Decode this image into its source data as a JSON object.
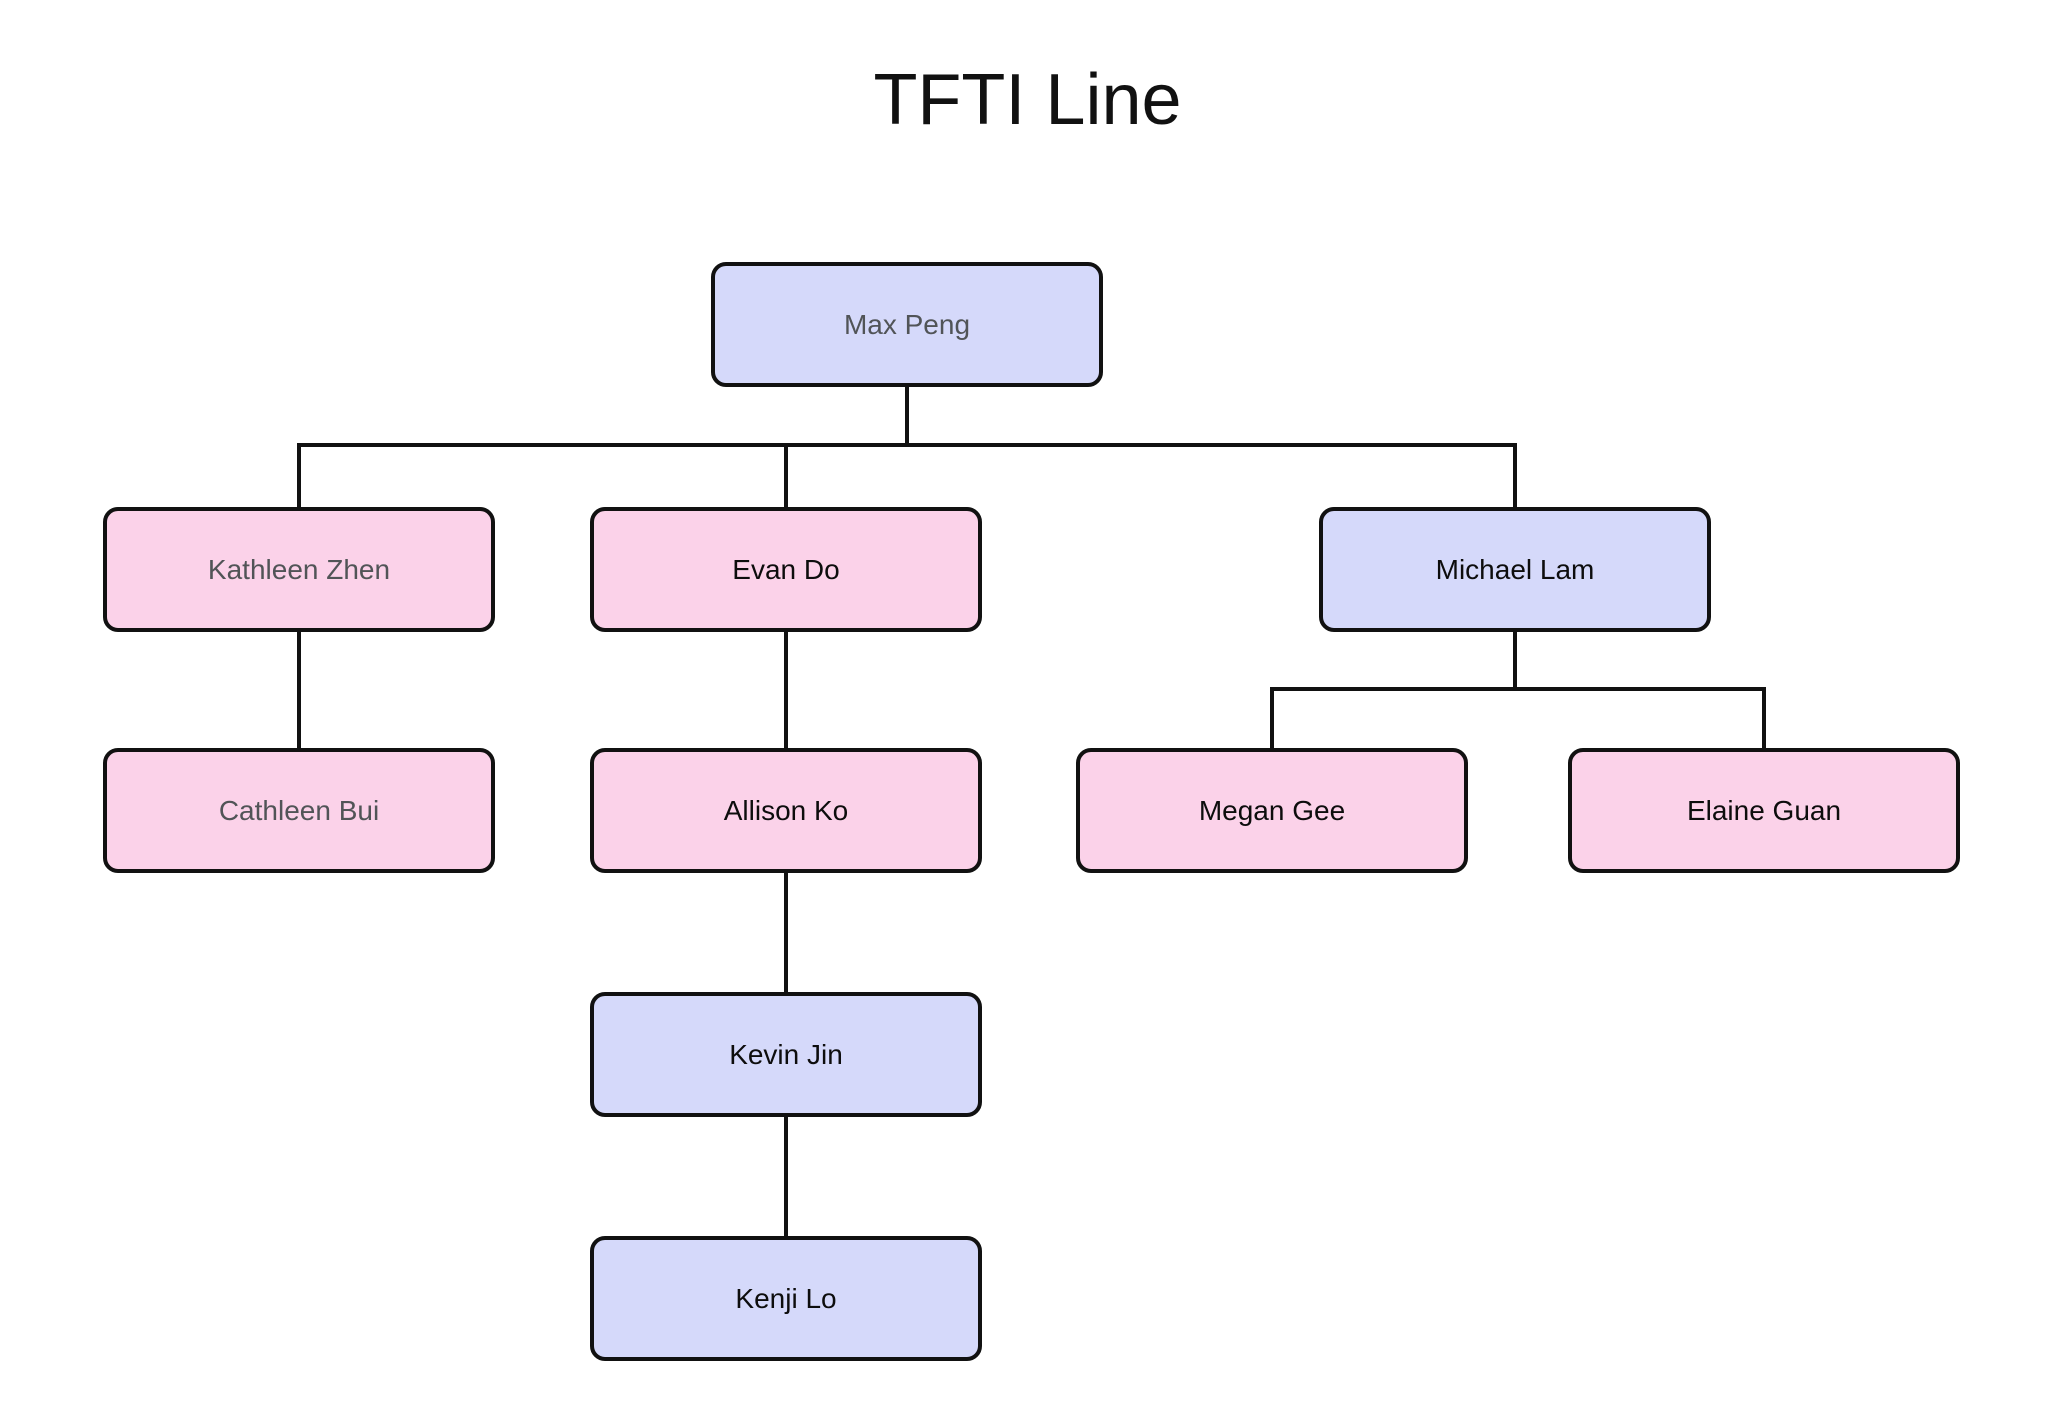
{
  "title": "TFTI Line",
  "colors": {
    "background": "#ffffff",
    "node_border": "#111111",
    "connector": "#111111",
    "blue_fill": "#d5d9fa",
    "pink_fill": "#fbd2e9",
    "gray_text": "#515457",
    "black_text": "#0d0d0d"
  },
  "nodes": [
    {
      "id": "max-peng",
      "name": "Max Peng",
      "fill": "#d5d9fa",
      "text_color": "#515457",
      "level": 1
    },
    {
      "id": "kathleen-zhen",
      "name": "Kathleen Zhen",
      "fill": "#fbd2e9",
      "text_color": "#515457",
      "level": 2
    },
    {
      "id": "evan-do",
      "name": "Evan Do",
      "fill": "#fbd2e9",
      "text_color": "#0d0d0d",
      "level": 2
    },
    {
      "id": "michael-lam",
      "name": "Michael Lam",
      "fill": "#d5d9fa",
      "text_color": "#0d0d0d",
      "level": 2
    },
    {
      "id": "cathleen-bui",
      "name": "Cathleen Bui",
      "fill": "#fbd2e9",
      "text_color": "#515457",
      "level": 3
    },
    {
      "id": "allison-ko",
      "name": "Allison Ko",
      "fill": "#fbd2e9",
      "text_color": "#0d0d0d",
      "level": 3
    },
    {
      "id": "megan-gee",
      "name": "Megan Gee",
      "fill": "#fbd2e9",
      "text_color": "#0d0d0d",
      "level": 3
    },
    {
      "id": "elaine-guan",
      "name": "Elaine Guan",
      "fill": "#fbd2e9",
      "text_color": "#0d0d0d",
      "level": 3
    },
    {
      "id": "kevin-jin",
      "name": "Kevin Jin",
      "fill": "#d5d9fa",
      "text_color": "#0d0d0d",
      "level": 4
    },
    {
      "id": "kenji-lo",
      "name": "Kenji Lo",
      "fill": "#d5d9fa",
      "text_color": "#0d0d0d",
      "level": 5
    }
  ],
  "edges": [
    {
      "from": "Max Peng",
      "to": "Kathleen Zhen"
    },
    {
      "from": "Max Peng",
      "to": "Evan Do"
    },
    {
      "from": "Max Peng",
      "to": "Michael Lam"
    },
    {
      "from": "Kathleen Zhen",
      "to": "Cathleen Bui"
    },
    {
      "from": "Evan Do",
      "to": "Allison Ko"
    },
    {
      "from": "Michael Lam",
      "to": "Megan Gee"
    },
    {
      "from": "Michael Lam",
      "to": "Elaine Guan"
    },
    {
      "from": "Allison Ko",
      "to": "Kevin Jin"
    },
    {
      "from": "Kevin Jin",
      "to": "Kenji Lo"
    }
  ]
}
